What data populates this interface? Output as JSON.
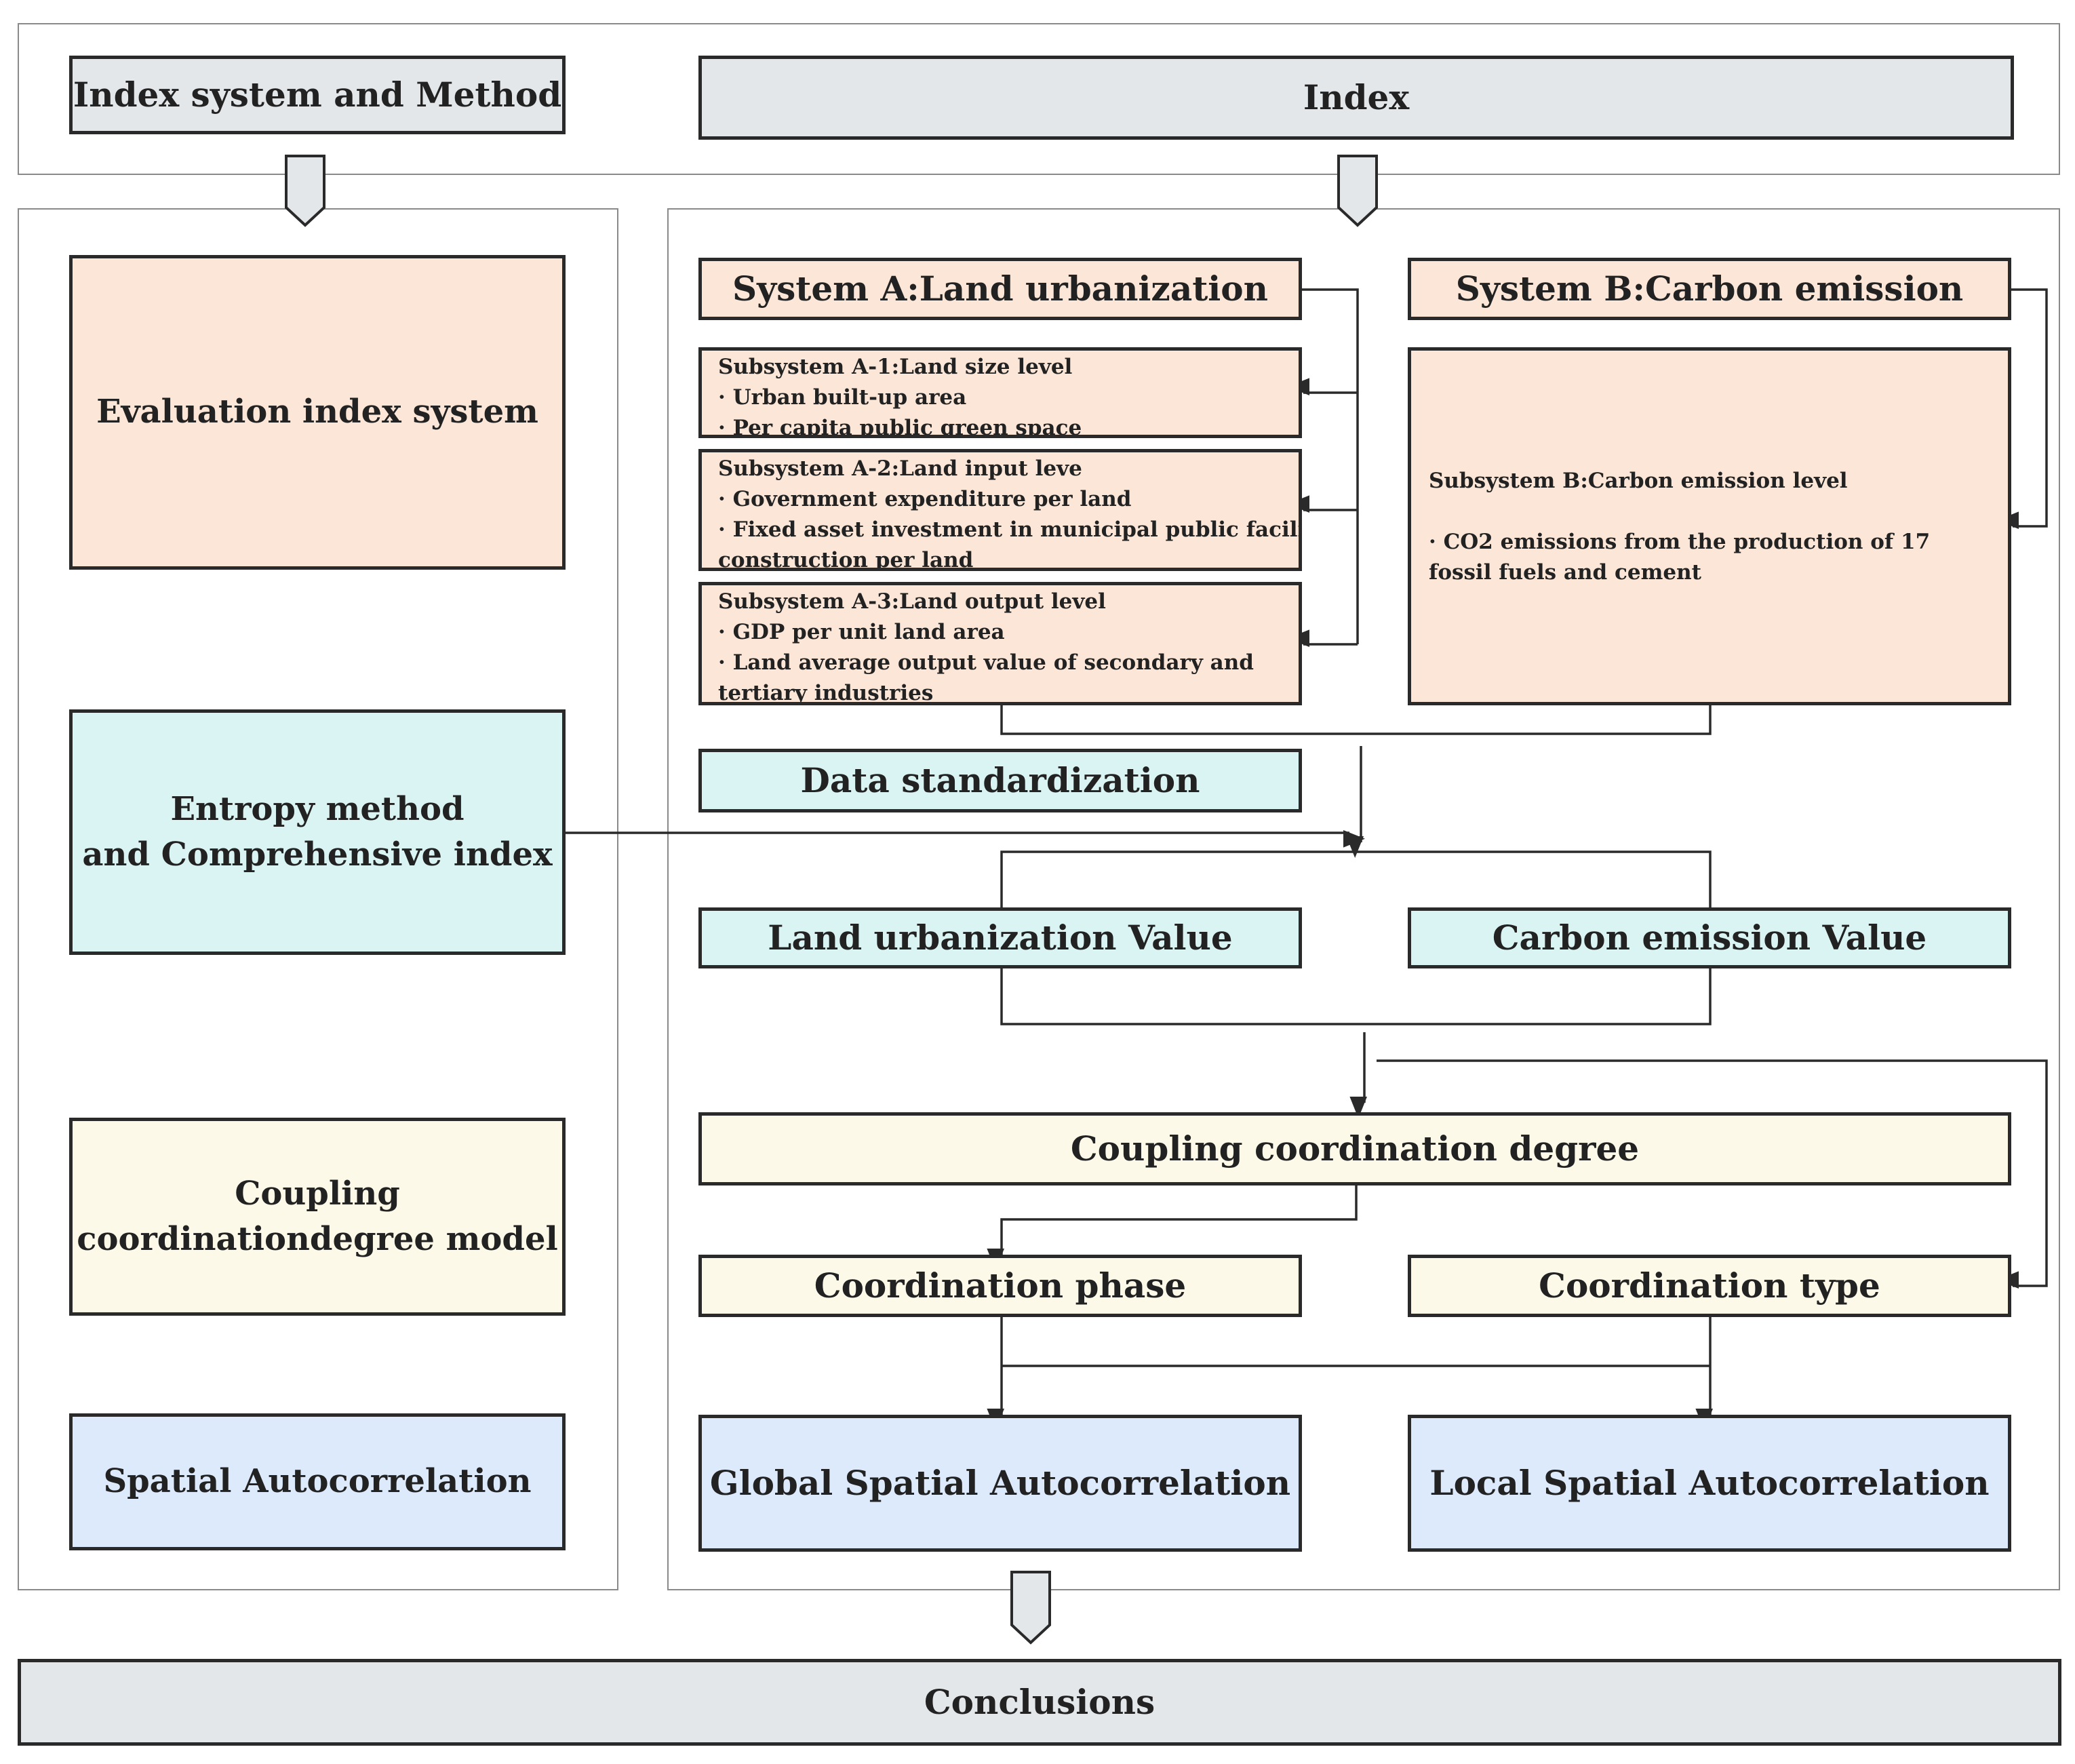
{
  "header": {
    "method_title": "Index system and Method",
    "index_title": "Index"
  },
  "left": {
    "evaluation": "Evaluation index system",
    "entropy_line1": "Entropy method",
    "entropy_line2": "and Comprehensive index",
    "coupling_line1": "Coupling",
    "coupling_line2": "coordinationdegree model",
    "spatial": "Spatial Autocorrelation"
  },
  "system_a": {
    "title": "System A:Land urbanization",
    "sub1": {
      "title": "Subsystem A-1:Land size level",
      "items": [
        "· Urban built-up area",
        "· Per capita public green space"
      ]
    },
    "sub2": {
      "title": "Subsystem A-2:Land input leve",
      "items": [
        "· Government expenditure per land",
        "· Fixed asset investment in municipal public facilities",
        "construction per land"
      ]
    },
    "sub3": {
      "title": "Subsystem A-3:Land output level",
      "items": [
        "· GDP per unit land area",
        "· Land average output value of secondary and",
        "tertiary industries"
      ]
    }
  },
  "system_b": {
    "title": "System B:Carbon emission",
    "sub_title": "Subsystem B:Carbon emission level",
    "item": "· CO2 emissions from the production of 17 fossil fuels and cement"
  },
  "flow": {
    "data_standardization": "Data standardization",
    "land_value": "Land urbanization Value",
    "carbon_value": "Carbon emission Value",
    "coupling_degree": "Coupling coordination degree",
    "coordination_phase": "Coordination phase",
    "coordination_type": "Coordination type",
    "global_spatial": "Global Spatial Autocorrelation",
    "local_spatial": "Local Spatial Autocorrelation"
  },
  "footer": {
    "conclusions": "Conclusions"
  }
}
